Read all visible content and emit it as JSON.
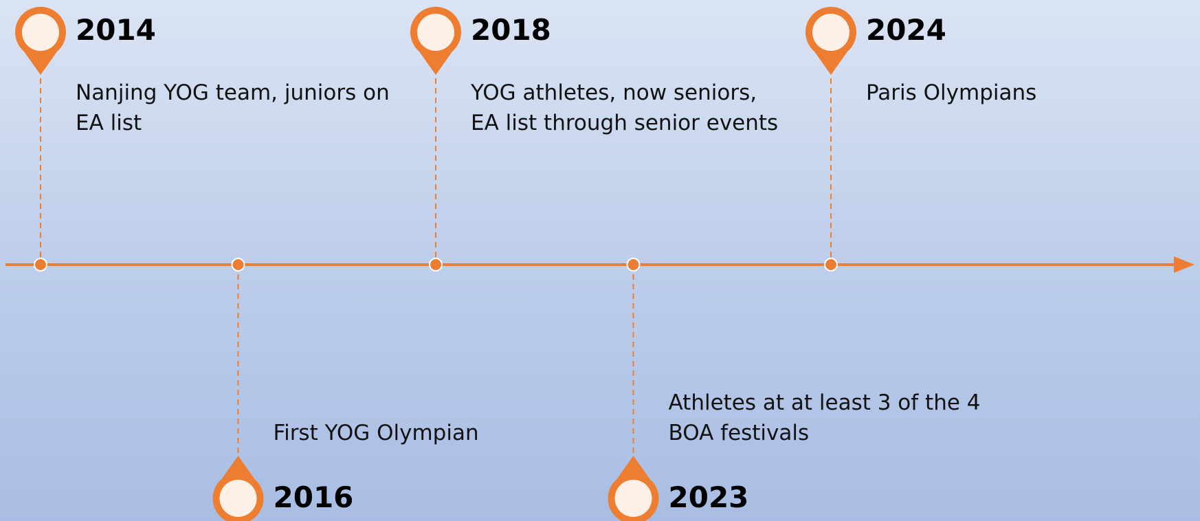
{
  "colors": {
    "accent": "#ed7d31",
    "pin_fill": "#fdf1e7",
    "text": "#000000",
    "background_top": "#dbe4f4",
    "background_bottom": "#a9bde4"
  },
  "timeline": {
    "events": [
      {
        "year": "2014",
        "description": "Nanjing YOG team, juniors on EA list",
        "side": "top"
      },
      {
        "year": "2016",
        "description": "First YOG Olympian",
        "side": "bottom"
      },
      {
        "year": "2018",
        "description": "YOG athletes, now seniors, EA list through senior events",
        "side": "top"
      },
      {
        "year": "2023",
        "description": "Athletes at at least 3 of the 4 BOA festivals",
        "side": "bottom"
      },
      {
        "year": "2024",
        "description": "Paris Olympians",
        "side": "top"
      }
    ]
  }
}
